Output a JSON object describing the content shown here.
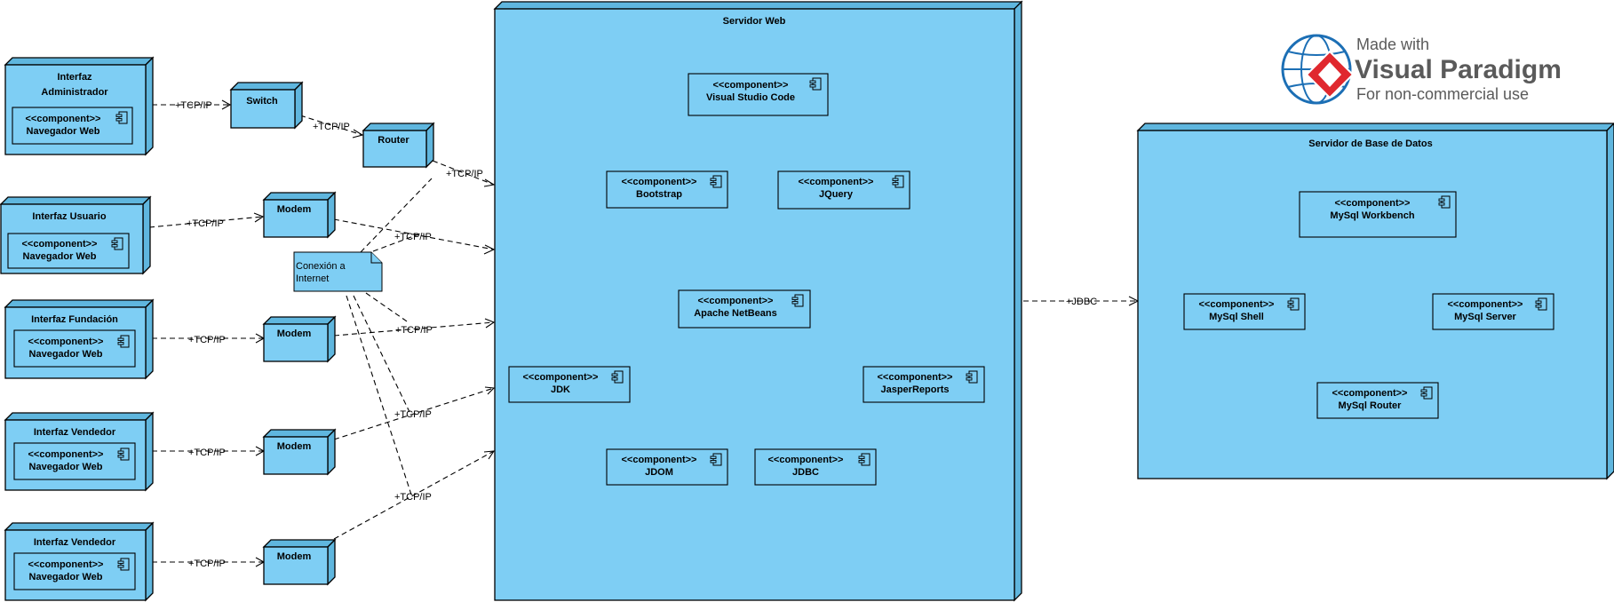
{
  "nodes": {
    "admin": {
      "title": "Interfaz",
      "title2": "Administrador",
      "stereotype": "<<component>>",
      "component": "Navegador Web"
    },
    "usuario": {
      "title": "Interfaz Usuario",
      "stereotype": "<<component>>",
      "component": "Navegador Web"
    },
    "fundacion": {
      "title": "Interfaz Fundación",
      "stereotype": "<<component>>",
      "component": "Navegador Web"
    },
    "vendedor1": {
      "title": "Interfaz Vendedor",
      "stereotype": "<<component>>",
      "component": "Navegador Web"
    },
    "vendedor2": {
      "title": "Interfaz Vendedor",
      "stereotype": "<<component>>",
      "component": "Navegador Web"
    },
    "switch": {
      "title": "Switch"
    },
    "router": {
      "title": "Router"
    },
    "modem1": {
      "title": "Modem"
    },
    "modem2": {
      "title": "Modem"
    },
    "modem3": {
      "title": "Modem"
    },
    "modem4": {
      "title": "Modem"
    },
    "webserver": {
      "title": "Servidor Web"
    },
    "dbserver": {
      "title": "Servidor de Base de Datos"
    }
  },
  "web_components": {
    "vscode": {
      "stereotype": "<<component>>",
      "name": "Visual Studio Code"
    },
    "bootstrap": {
      "stereotype": "<<component>>",
      "name": "Bootstrap"
    },
    "jquery": {
      "stereotype": "<<component>>",
      "name": "JQuery"
    },
    "netbeans": {
      "stereotype": "<<component>>",
      "name": "Apache NetBeans"
    },
    "jdk": {
      "stereotype": "<<component>>",
      "name": "JDK"
    },
    "jasper": {
      "stereotype": "<<component>>",
      "name": "JasperReports"
    },
    "jdom": {
      "stereotype": "<<component>>",
      "name": "JDOM"
    },
    "jdbc": {
      "stereotype": "<<component>>",
      "name": "JDBC"
    }
  },
  "db_components": {
    "workbench": {
      "stereotype": "<<component>>",
      "name": "MySql Workbench"
    },
    "shell": {
      "stereotype": "<<component>>",
      "name": "MySql Shell"
    },
    "server": {
      "stereotype": "<<component>>",
      "name": "MySql Server"
    },
    "router": {
      "stereotype": "<<component>>",
      "name": "MySql Router"
    }
  },
  "note": {
    "line1": "Conexión a",
    "line2": "Internet"
  },
  "connections": {
    "tcpip": "+TCP/IP",
    "jdbc": "+JDBC"
  },
  "watermark": {
    "line1": "Made with",
    "line2": "Visual Paradigm",
    "line3": "For non-commercial use"
  },
  "colors": {
    "node_fill": "#7ecef4",
    "node_side": "#5fb6de",
    "watermark_red": "#e0282e",
    "watermark_blue": "#1c6fb5"
  }
}
